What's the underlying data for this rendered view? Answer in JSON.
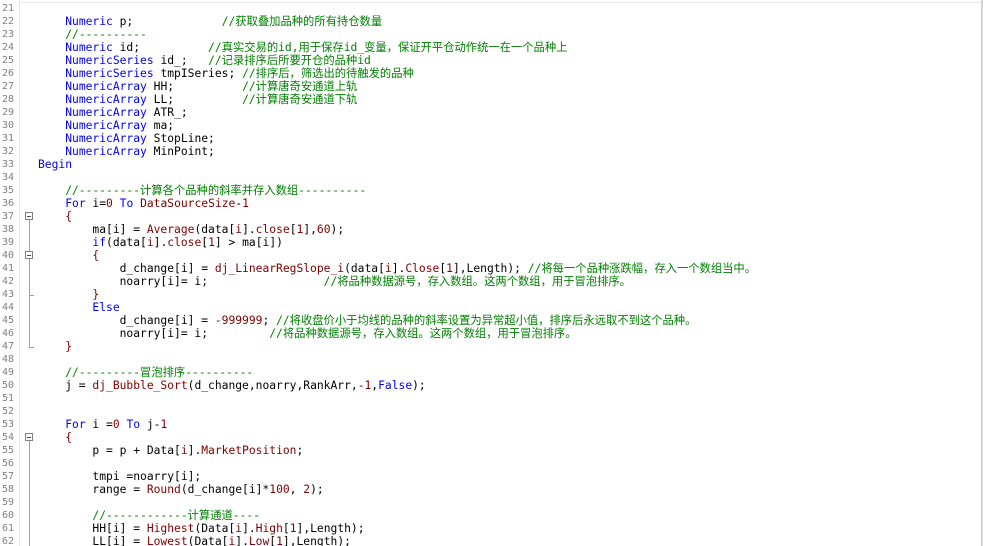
{
  "editor": {
    "lines": [
      {
        "num": "21",
        "tokens": []
      },
      {
        "num": "22",
        "tokens": [
          {
            "t": "    "
          },
          {
            "t": "Numeric",
            "c": "k"
          },
          {
            "t": " p;             "
          },
          {
            "t": "//获取叠加品种的所有持仓数量",
            "c": "c"
          }
        ]
      },
      {
        "num": "23",
        "tokens": [
          {
            "t": "    "
          },
          {
            "t": "//----------",
            "c": "c"
          }
        ]
      },
      {
        "num": "24",
        "tokens": [
          {
            "t": "    "
          },
          {
            "t": "Numeric",
            "c": "k"
          },
          {
            "t": " id;          "
          },
          {
            "t": "//真实交易的id,用于保存id_变量，保证开平仓动作统一在一个品种上",
            "c": "c"
          }
        ]
      },
      {
        "num": "25",
        "tokens": [
          {
            "t": "    "
          },
          {
            "t": "NumericSeries",
            "c": "k"
          },
          {
            "t": " id_;   "
          },
          {
            "t": "//记录排序后所要开仓的品种id",
            "c": "c"
          }
        ]
      },
      {
        "num": "26",
        "tokens": [
          {
            "t": "    "
          },
          {
            "t": "NumericSeries",
            "c": "k"
          },
          {
            "t": " tmpISeries; "
          },
          {
            "t": "//排序后，筛选出的待触发的品种",
            "c": "c"
          }
        ]
      },
      {
        "num": "27",
        "tokens": [
          {
            "t": "    "
          },
          {
            "t": "NumericArray",
            "c": "k"
          },
          {
            "t": " HH;          "
          },
          {
            "t": "//计算唐奇安通道上轨",
            "c": "c"
          }
        ]
      },
      {
        "num": "28",
        "tokens": [
          {
            "t": "    "
          },
          {
            "t": "NumericArray",
            "c": "k"
          },
          {
            "t": " LL;          "
          },
          {
            "t": "//计算唐奇安通道下轨",
            "c": "c"
          }
        ]
      },
      {
        "num": "29",
        "tokens": [
          {
            "t": "    "
          },
          {
            "t": "NumericArray",
            "c": "k"
          },
          {
            "t": " ATR_;"
          }
        ]
      },
      {
        "num": "30",
        "tokens": [
          {
            "t": "    "
          },
          {
            "t": "NumericArray",
            "c": "k"
          },
          {
            "t": " ma;"
          }
        ]
      },
      {
        "num": "31",
        "tokens": [
          {
            "t": "    "
          },
          {
            "t": "NumericArray",
            "c": "k"
          },
          {
            "t": " StopLine;"
          }
        ]
      },
      {
        "num": "32",
        "tokens": [
          {
            "t": "    "
          },
          {
            "t": "NumericArray",
            "c": "k"
          },
          {
            "t": " MinPoint;"
          }
        ]
      },
      {
        "num": "33",
        "tokens": [
          {
            "t": "Begin",
            "c": "k"
          }
        ]
      },
      {
        "num": "34",
        "tokens": []
      },
      {
        "num": "35",
        "tokens": [
          {
            "t": "    "
          },
          {
            "t": "//---------计算各个品种的斜率并存入数组----------",
            "c": "c"
          }
        ]
      },
      {
        "num": "36",
        "tokens": [
          {
            "t": "    "
          },
          {
            "t": "For",
            "c": "k"
          },
          {
            "t": " i="
          },
          {
            "t": "0",
            "c": "n"
          },
          {
            "t": " "
          },
          {
            "t": "To",
            "c": "k"
          },
          {
            "t": " "
          },
          {
            "t": "DataSourceSize",
            "c": "n"
          },
          {
            "t": "-"
          },
          {
            "t": "1",
            "c": "n"
          }
        ]
      },
      {
        "num": "37",
        "tokens": [
          {
            "t": "    "
          },
          {
            "t": "{",
            "c": "n"
          }
        ]
      },
      {
        "num": "38",
        "tokens": [
          {
            "t": "        ma[i] = "
          },
          {
            "t": "Average",
            "c": "n"
          },
          {
            "t": "(data["
          },
          {
            "t": "i",
            "c": "n"
          },
          {
            "t": "]."
          },
          {
            "t": "close",
            "c": "n"
          },
          {
            "t": "["
          },
          {
            "t": "1",
            "c": "n"
          },
          {
            "t": "],"
          },
          {
            "t": "60",
            "c": "n"
          },
          {
            "t": ");"
          }
        ]
      },
      {
        "num": "39",
        "tokens": [
          {
            "t": "        "
          },
          {
            "t": "if",
            "c": "k"
          },
          {
            "t": "(data["
          },
          {
            "t": "i",
            "c": "n"
          },
          {
            "t": "]."
          },
          {
            "t": "close",
            "c": "n"
          },
          {
            "t": "["
          },
          {
            "t": "1",
            "c": "n"
          },
          {
            "t": "] > ma[i])"
          }
        ]
      },
      {
        "num": "40",
        "tokens": [
          {
            "t": "        "
          },
          {
            "t": "{",
            "c": "n"
          }
        ]
      },
      {
        "num": "41",
        "tokens": [
          {
            "t": "            d_change[i] = "
          },
          {
            "t": "dj_LinearRegSlope_i",
            "c": "n"
          },
          {
            "t": "(data["
          },
          {
            "t": "i",
            "c": "n"
          },
          {
            "t": "]."
          },
          {
            "t": "Close",
            "c": "n"
          },
          {
            "t": "["
          },
          {
            "t": "1",
            "c": "n"
          },
          {
            "t": "],Length); "
          },
          {
            "t": "//将每一个品种涨跌幅，存入一个数组当中。",
            "c": "c"
          }
        ]
      },
      {
        "num": "42",
        "tokens": [
          {
            "t": "            noarry[i]= i;                 "
          },
          {
            "t": "//将品种数据源号，存入数组。这两个数组，用于冒泡排序。",
            "c": "c"
          }
        ]
      },
      {
        "num": "43",
        "tokens": [
          {
            "t": "        "
          },
          {
            "t": "}",
            "c": "n"
          }
        ]
      },
      {
        "num": "44",
        "tokens": [
          {
            "t": "        "
          },
          {
            "t": "Else",
            "c": "k"
          }
        ]
      },
      {
        "num": "45",
        "tokens": [
          {
            "t": "            d_change[i] = "
          },
          {
            "t": "-999999",
            "c": "n"
          },
          {
            "t": "; "
          },
          {
            "t": "//将收盘价小于均线的品种的斜率设置为异常超小值，排序后永远取不到这个品种。",
            "c": "c"
          }
        ]
      },
      {
        "num": "46",
        "tokens": [
          {
            "t": "            noarry[i]= i;         "
          },
          {
            "t": "//将品种数据源号，存入数组。这两个数组，用于冒泡排序。",
            "c": "c"
          }
        ]
      },
      {
        "num": "47",
        "tokens": [
          {
            "t": "    "
          },
          {
            "t": "}",
            "c": "n"
          }
        ]
      },
      {
        "num": "48",
        "tokens": []
      },
      {
        "num": "49",
        "tokens": [
          {
            "t": "    "
          },
          {
            "t": "//---------冒泡排序----------",
            "c": "c"
          }
        ]
      },
      {
        "num": "50",
        "tokens": [
          {
            "t": "    j = "
          },
          {
            "t": "dj_Bubble_Sort",
            "c": "n"
          },
          {
            "t": "(d_change,noarry,RankArr,"
          },
          {
            "t": "-1",
            "c": "n"
          },
          {
            "t": ","
          },
          {
            "t": "False",
            "c": "k"
          },
          {
            "t": ");"
          }
        ]
      },
      {
        "num": "51",
        "tokens": []
      },
      {
        "num": "52",
        "tokens": []
      },
      {
        "num": "53",
        "tokens": [
          {
            "t": "    "
          },
          {
            "t": "For",
            "c": "k"
          },
          {
            "t": " i ="
          },
          {
            "t": "0",
            "c": "n"
          },
          {
            "t": " "
          },
          {
            "t": "To",
            "c": "k"
          },
          {
            "t": " j-"
          },
          {
            "t": "1",
            "c": "n"
          }
        ]
      },
      {
        "num": "54",
        "tokens": [
          {
            "t": "    "
          },
          {
            "t": "{",
            "c": "n"
          }
        ]
      },
      {
        "num": "55",
        "tokens": [
          {
            "t": "        p = p + Data["
          },
          {
            "t": "i",
            "c": "n"
          },
          {
            "t": "]."
          },
          {
            "t": "MarketPosition",
            "c": "n"
          },
          {
            "t": ";"
          }
        ]
      },
      {
        "num": "56",
        "tokens": []
      },
      {
        "num": "57",
        "tokens": [
          {
            "t": "        tmpi =noarry[i];"
          }
        ]
      },
      {
        "num": "58",
        "tokens": [
          {
            "t": "        range = "
          },
          {
            "t": "Round",
            "c": "n"
          },
          {
            "t": "(d_change[i]*"
          },
          {
            "t": "100",
            "c": "n"
          },
          {
            "t": ", "
          },
          {
            "t": "2",
            "c": "n"
          },
          {
            "t": ");"
          }
        ]
      },
      {
        "num": "59",
        "tokens": []
      },
      {
        "num": "60",
        "tokens": [
          {
            "t": "        "
          },
          {
            "t": "//------------计算通道----",
            "c": "c"
          }
        ]
      },
      {
        "num": "61",
        "tokens": [
          {
            "t": "        HH[i] = "
          },
          {
            "t": "Highest",
            "c": "n"
          },
          {
            "t": "(Data["
          },
          {
            "t": "i",
            "c": "n"
          },
          {
            "t": "]."
          },
          {
            "t": "High",
            "c": "n"
          },
          {
            "t": "["
          },
          {
            "t": "1",
            "c": "n"
          },
          {
            "t": "],Length);"
          }
        ]
      },
      {
        "num": "62",
        "tokens": [
          {
            "t": "        LL[i] = "
          },
          {
            "t": "Lowest",
            "c": "n"
          },
          {
            "t": "(Data["
          },
          {
            "t": "i",
            "c": "n"
          },
          {
            "t": "]."
          },
          {
            "t": "Low",
            "c": "n"
          },
          {
            "t": "["
          },
          {
            "t": "1",
            "c": "n"
          },
          {
            "t": "],Length);"
          }
        ]
      }
    ]
  }
}
